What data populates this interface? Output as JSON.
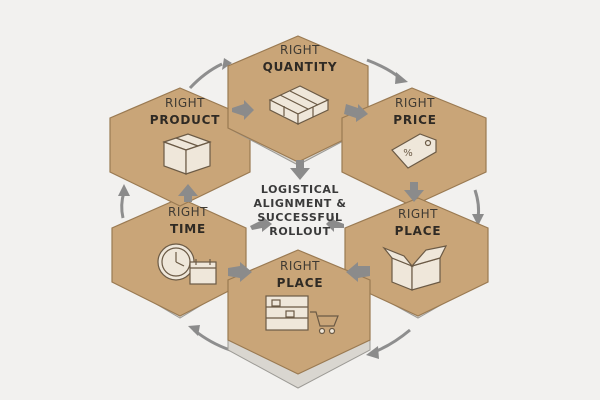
{
  "center": {
    "line1": "LOGISTICAL",
    "line2": "ALIGNMENT &",
    "line3": "SUCCESSFUL",
    "line4": "ROLLOUT"
  },
  "hexagons": [
    {
      "id": "quantity",
      "line1": "RIGHT",
      "line2": "QUANTITY",
      "icon": "pallet-icon"
    },
    {
      "id": "product",
      "line1": "RIGHT",
      "line2": "PRODUCT",
      "icon": "box-icon"
    },
    {
      "id": "price",
      "line1": "RIGHT",
      "line2": "PRICE",
      "icon": "price-tag-icon"
    },
    {
      "id": "time",
      "line1": "RIGHT",
      "line2": "TIME",
      "icon": "clock-calendar-icon"
    },
    {
      "id": "place-right",
      "line1": "RIGHT",
      "line2": "PLACE",
      "icon": "open-box-icon"
    },
    {
      "id": "place-bottom",
      "line1": "RIGHT",
      "line2": "PLACE",
      "icon": "shelves-cart-icon"
    }
  ],
  "colors": {
    "cardboard": "#c9a578",
    "side": "#d9d6d0",
    "arrow": "#8b8b8b",
    "background": "#f2f1ef"
  }
}
